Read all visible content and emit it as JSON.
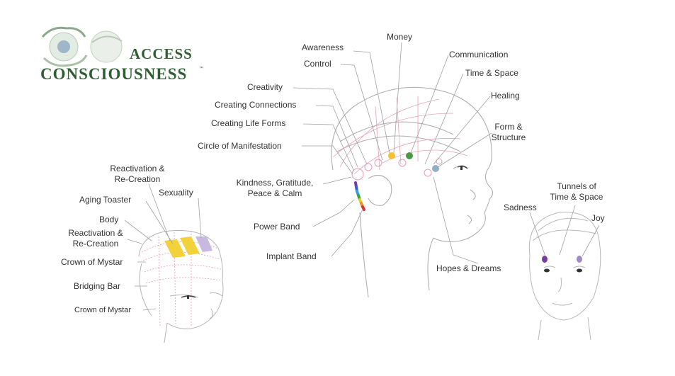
{
  "logo": {
    "line1": "ACCESS",
    "line2": "CONSCIOUSNESS",
    "trademark": "™",
    "color": "#2f5e34"
  },
  "labels": {
    "money": "Money",
    "awareness": "Awareness",
    "communication": "Communication",
    "control": "Control",
    "time_space": "Time & Space",
    "healing": "Healing",
    "creativity": "Creativity",
    "creating_connections": "Creating Connections",
    "creating_life_forms": "Creating Life Forms",
    "form_structure_1": "Form &",
    "form_structure_2": "Structure",
    "circle_of_manifestation": "Circle of Manifestation",
    "kindness_1": "Kindness, Gratitude,",
    "kindness_2": "Peace & Calm",
    "power_band": "Power Band",
    "implant_band": "Implant Band",
    "hopes_dreams": "Hopes & Dreams",
    "reactivation_top_1": "Reactivation &",
    "reactivation_top_2": "Re-Creation",
    "sexuality": "Sexuality",
    "aging_toaster": "Aging Toaster",
    "body": "Body",
    "reactivation_mid_1": "Reactivation &",
    "reactivation_mid_2": "Re-Creation",
    "crown_of_mystar_1": "Crown of Mystar",
    "bridging_bar": "Bridging Bar",
    "crown_of_mystar_2": "Crown of Mystar",
    "tunnels_1": "Tunnels of",
    "tunnels_2": "Time & Space",
    "sadness": "Sadness",
    "joy": "Joy"
  },
  "colors": {
    "money": "#f2c230",
    "communication": "#4a9a45",
    "form_structure": "#8fb0c8",
    "tunnels": "#7a3aa0",
    "line": "#9a9a9a",
    "sketch": "#b5b5b5",
    "pink": "#e79ab0"
  }
}
